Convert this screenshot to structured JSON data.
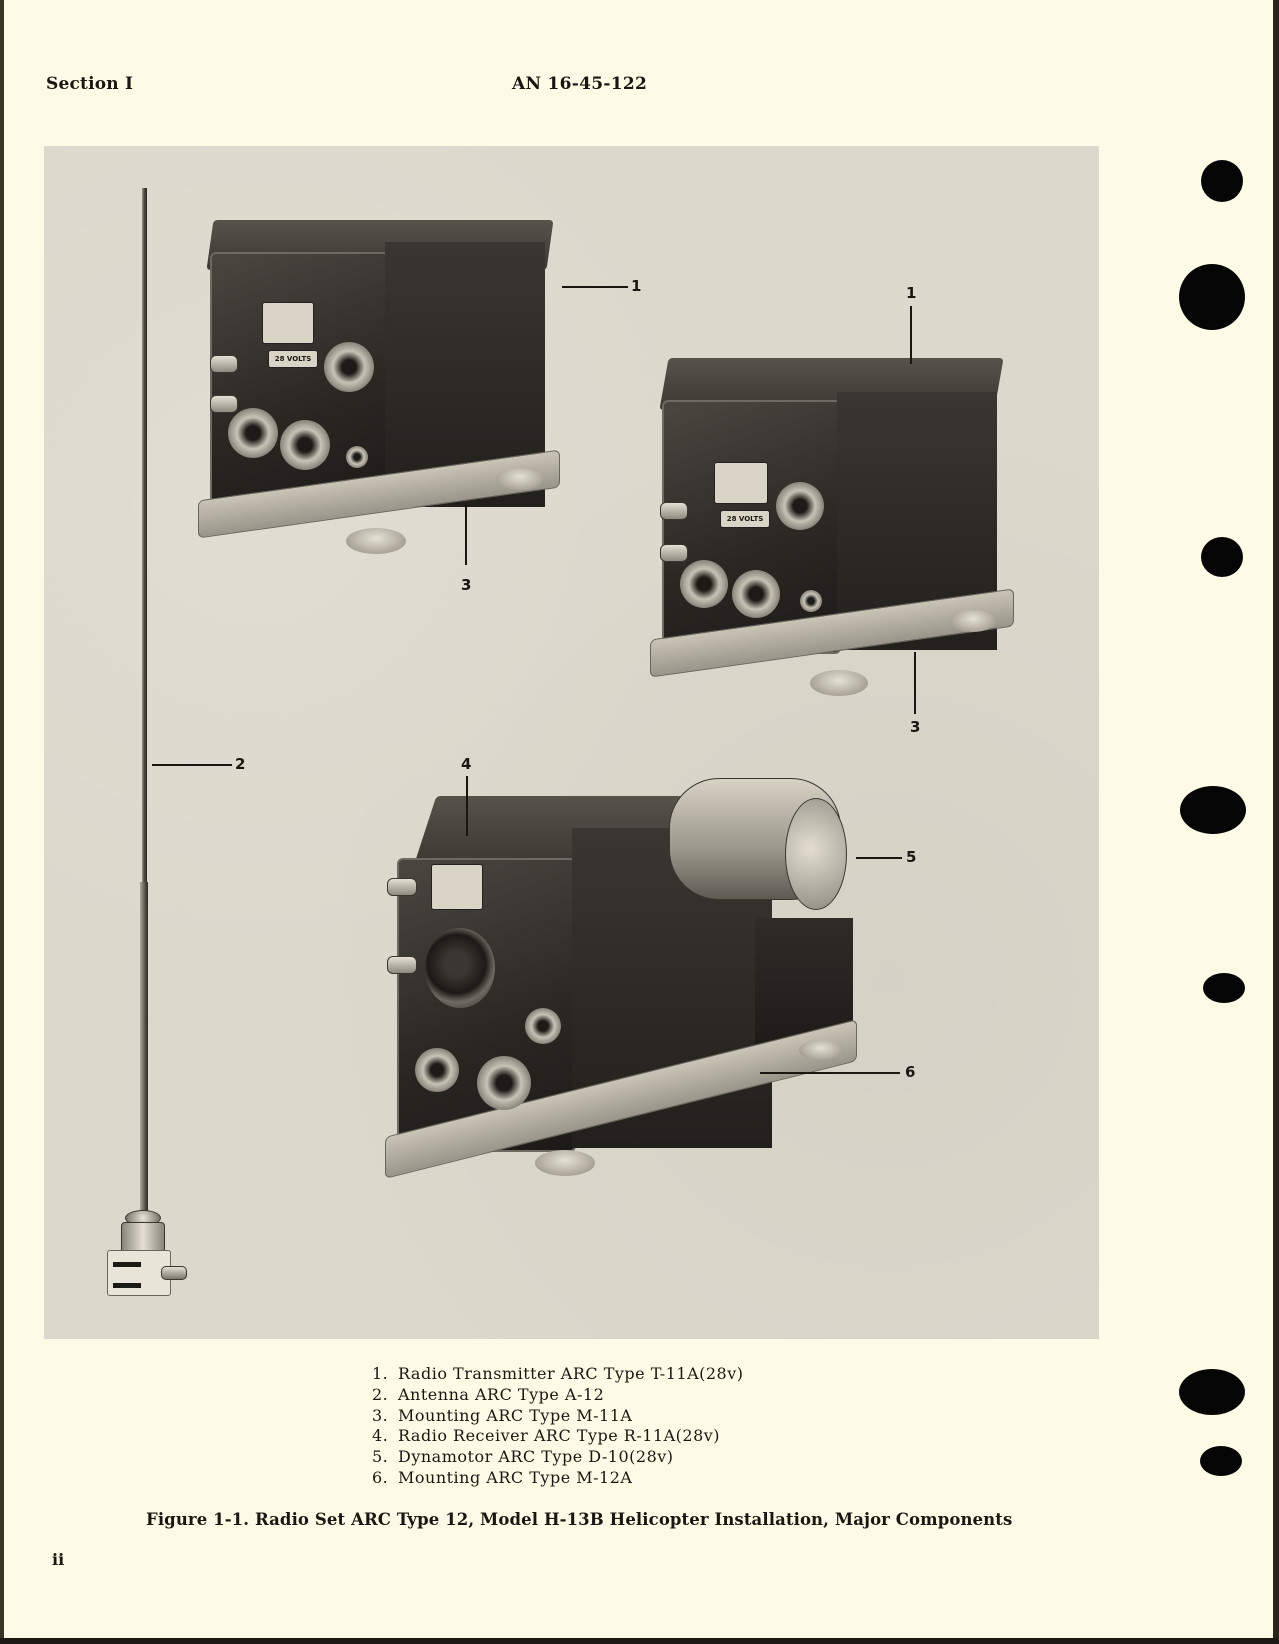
{
  "header": {
    "section": "Section I",
    "document_number": "AN 16-45-122"
  },
  "figure": {
    "callouts": {
      "c1a": "1",
      "c1b": "1",
      "c2": "2",
      "c3a": "3",
      "c3b": "3",
      "c4": "4",
      "c5": "5",
      "c6": "6"
    },
    "device_labels": {
      "volts_plate_1": "28 VOLTS",
      "volts_plate_2": "28 VOLTS"
    },
    "legend": [
      {
        "num": "1.",
        "text": "Radio Transmitter ARC Type T-11A(28v)"
      },
      {
        "num": "2.",
        "text": "Antenna ARC Type A-12"
      },
      {
        "num": "3.",
        "text": "Mounting ARC Type M-11A"
      },
      {
        "num": "4.",
        "text": "Radio Receiver ARC Type R-11A(28v)"
      },
      {
        "num": "5.",
        "text": "Dynamotor ARC Type D-10(28v)"
      },
      {
        "num": "6.",
        "text": "Mounting ARC Type M-12A"
      }
    ],
    "caption": "Figure 1-1. Radio Set ARC Type 12, Model H-13B Helicopter Installation, Major Components"
  },
  "footer": {
    "page_number": "ii"
  },
  "colors": {
    "paper": "#fdfbe5",
    "photo_background": "#dcd8cc",
    "ink": "#1a1712",
    "punch_hole": "#050505"
  }
}
